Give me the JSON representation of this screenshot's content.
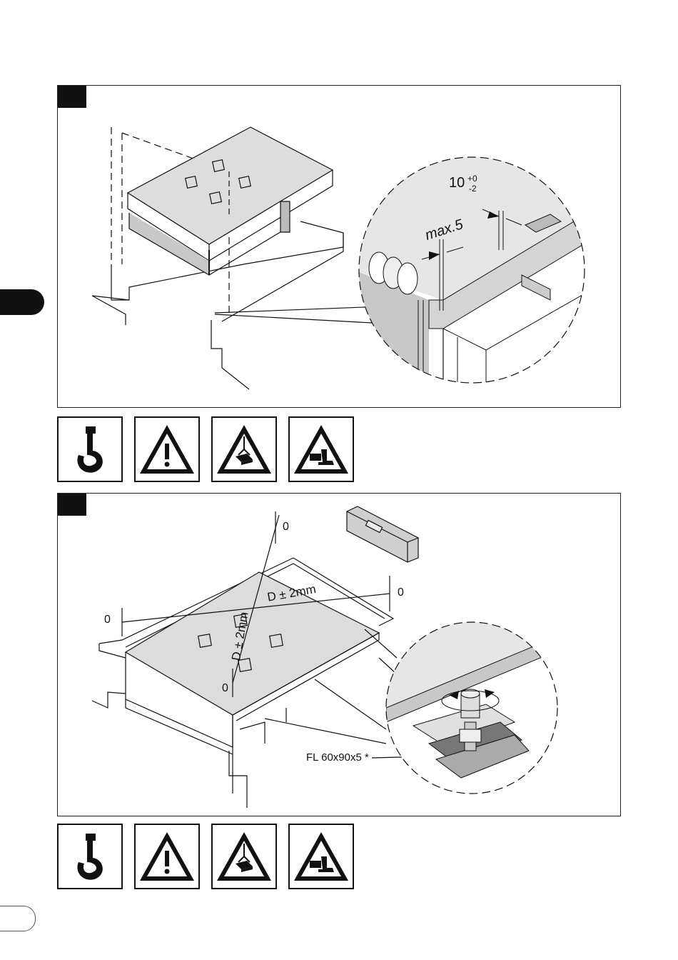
{
  "step1": {
    "detail_dim_tolerance_top": "+0",
    "detail_dim_tolerance_bottom": "-2",
    "detail_dim_value": "10",
    "detail_gap_label": "max.5"
  },
  "step2": {
    "diag_label": "D ± 2mm",
    "diag_label_2": "D ± 2mm",
    "level_zero_top": "0",
    "level_zero_right": "0",
    "level_zero_left": "0",
    "level_zero_bottom": "0",
    "plate_label": "FL 60x90x5 *"
  },
  "icons": [
    {
      "name": "hook-icon"
    },
    {
      "name": "warning-icon"
    },
    {
      "name": "suspended-load-icon"
    },
    {
      "name": "foot-crush-icon"
    }
  ],
  "colors": {
    "ink": "#111111",
    "shade": "#c8c8c8",
    "light": "#e6e6e6"
  }
}
